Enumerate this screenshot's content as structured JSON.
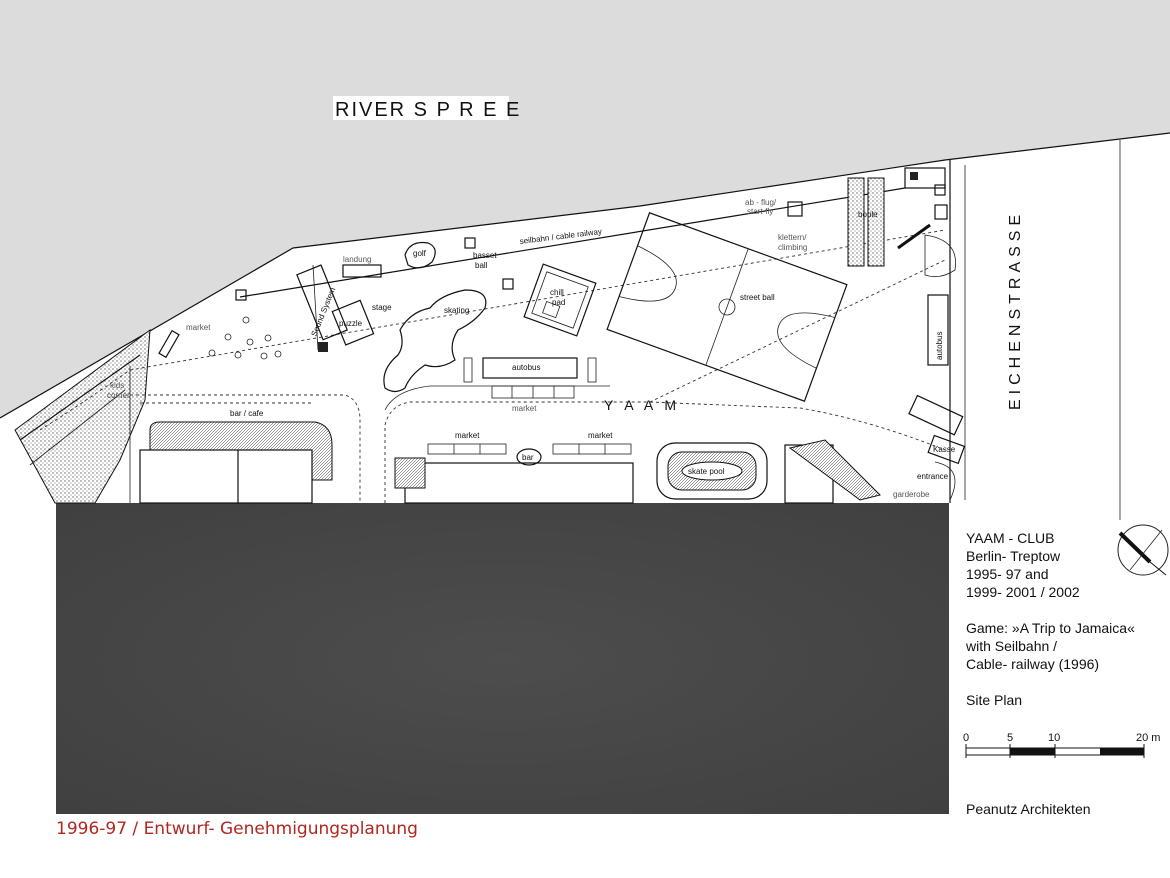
{
  "map": {
    "river_label": "RIVER S P R E E",
    "street_label": "EICHENSTRASSE",
    "site_label": "Y A A M",
    "labels": {
      "cable": "seilbahn / cable railway",
      "abflug": "ab - flug/",
      "startfly": "start-fly",
      "boule": "boule",
      "klettern": "klettern/",
      "climbing": "climbing",
      "landung": "landung",
      "golf": "golf",
      "basset": "basset",
      "ball": "ball",
      "chill": "chill",
      "pad": "pad",
      "streetball": "street ball",
      "market_left": "market",
      "soundsystem": "Sound System",
      "stage": "stage",
      "puzzle": "puzzle",
      "skating": "skating",
      "autobus": "autobus",
      "autobus_side": "autobus",
      "market_bottom": "market",
      "kids": "kids",
      "corner": "corner",
      "barcafe": "bar / cafe",
      "market_mid1": "market",
      "market_mid2": "market",
      "bar": "bar",
      "skatepool": "skate pool",
      "kasse": "Kasse",
      "entrance": "entrance",
      "garderobe": "garderobe"
    }
  },
  "info": {
    "line1": "YAAM - CLUB",
    "line2": "Berlin- Treptow",
    "line3": "1995- 97 and",
    "line4": "1999- 2001 / 2002",
    "game1": "Game: »A Trip to Jamaica«",
    "game2": "with Seilbahn /",
    "game3": "Cable- railway (1996)",
    "plan": "Site Plan",
    "architect": "Peanutz Architekten"
  },
  "scale": {
    "t0": "0",
    "t5": "5",
    "t10": "10",
    "t20": "20 m"
  },
  "caption": "1996-97 / Entwurf- Genehmigungsplanung",
  "colors": {
    "river": "#dcdcdc",
    "building_block": "#4a4a4a",
    "caption": "#b0271f"
  }
}
